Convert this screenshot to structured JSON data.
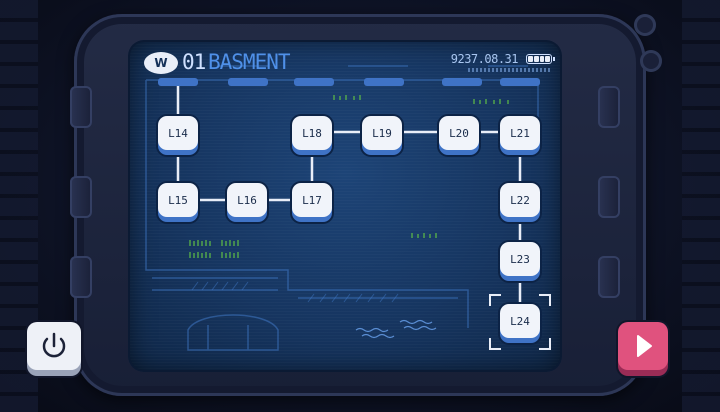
{
  "header": {
    "logo_text": "W",
    "level_number": "01",
    "area_name": "BASMENT",
    "date": "9237.08.31",
    "battery_level": 4
  },
  "levels": [
    {
      "id": "L14",
      "label": "L14"
    },
    {
      "id": "L15",
      "label": "L15"
    },
    {
      "id": "L16",
      "label": "L16"
    },
    {
      "id": "L17",
      "label": "L17"
    },
    {
      "id": "L18",
      "label": "L18"
    },
    {
      "id": "L19",
      "label": "L19"
    },
    {
      "id": "L20",
      "label": "L20"
    },
    {
      "id": "L21",
      "label": "L21"
    },
    {
      "id": "L22",
      "label": "L22"
    },
    {
      "id": "L23",
      "label": "L23"
    },
    {
      "id": "L24",
      "label": "L24"
    }
  ],
  "selected_level": "L24",
  "colors": {
    "screen": "#163560",
    "path": "#e9eef8",
    "node_face": "#f1f4fa",
    "node_edge": "#3f73c6",
    "accent_play": "#e0527e",
    "grass": "#5fbf45"
  },
  "icons": {
    "power": "power-icon",
    "play": "play-icon",
    "battery": "battery-icon"
  }
}
